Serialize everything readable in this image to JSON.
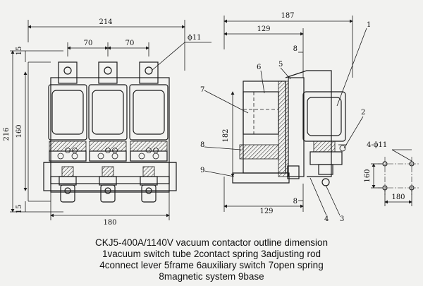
{
  "front_view": {
    "dims": {
      "overall_width": "214",
      "pitch_left": "70",
      "pitch_right": "70",
      "hole": "ϕ11",
      "height_overall": "216",
      "height_mid": "160",
      "margin_top": "15",
      "margin_bottom": "15",
      "base_width": "180"
    }
  },
  "side_view": {
    "dims": {
      "overall_depth": "187",
      "depth_top": "129",
      "depth_bottom": "129",
      "offset_top": "8",
      "offset_bottom": "8",
      "height": "182"
    },
    "callouts": [
      "1",
      "2",
      "3",
      "4",
      "5",
      "6",
      "7",
      "8",
      "9"
    ]
  },
  "mounting_view": {
    "dims": {
      "holes": "4-ϕ11",
      "height": "160",
      "width": "180"
    }
  },
  "caption": {
    "title": "CKJ5-400A/1140V vacuum contactor outline dimension",
    "line1": "1vacuum switch tube 2contact spring 3adjusting rod",
    "line2": "4connect lever 5frame 6auxiliary switch 7open spring",
    "line3": "8magnetic system 9base"
  }
}
